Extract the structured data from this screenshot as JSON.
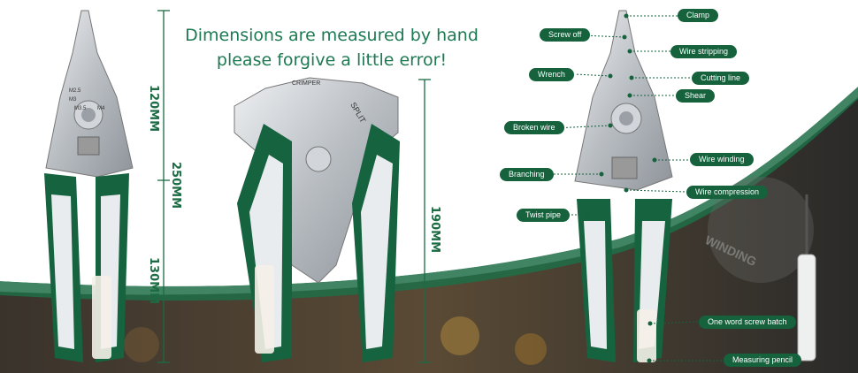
{
  "headline": {
    "line1": "Dimensions are measured by hand",
    "line2": "please forgive a little error!"
  },
  "dimensions": {
    "top_section": "120MM",
    "total_length": "250MM",
    "bottom_section": "130MM",
    "open_width": "190MM"
  },
  "tool_markings": {
    "split": "SPLIT",
    "crimper": "CRIMPER",
    "winding": "WINDING",
    "wire_sizes": [
      "M2.5",
      "M3",
      "M3.5",
      "M4"
    ]
  },
  "function_labels": {
    "clamp": "Clamp",
    "screw_off": "Screw off",
    "wire_stripping": "Wire stripping",
    "wrench": "Wrench",
    "cutting_line": "Cutting line",
    "shear": "Shear",
    "broken_wire": "Broken wire",
    "wire_winding": "Wire winding",
    "branching": "Branching",
    "wire_compression": "Wire compression",
    "twist_pipe": "Twist pipe",
    "screw_batch": "One word screw batch",
    "measuring_pencil": "Measuring pencil"
  },
  "colors": {
    "brand_green": "#15623d",
    "headline_green": "#1d7a52",
    "steel": "#c9cdd1",
    "handle_white": "#e9ecee",
    "background_dark": "#2b2b2a"
  }
}
